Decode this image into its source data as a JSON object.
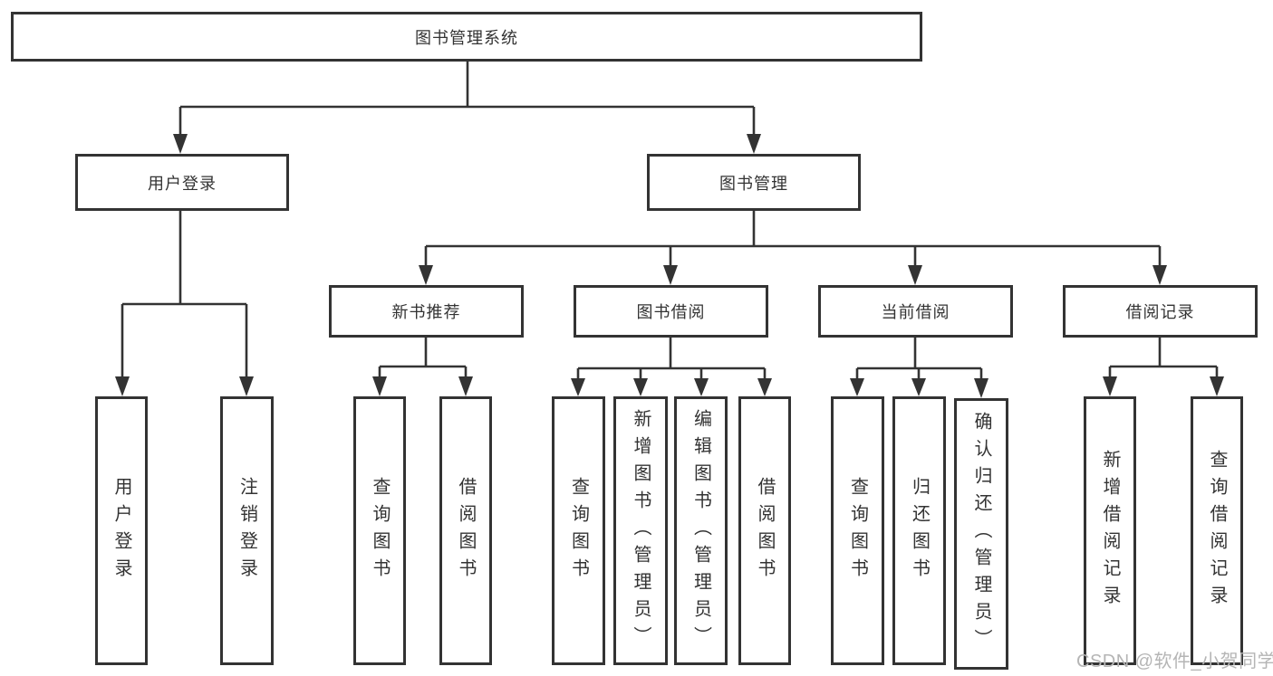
{
  "diagram": {
    "root": {
      "label": "图书管理系统"
    },
    "branches": [
      {
        "label": "用户登录",
        "leaves": [
          {
            "label": "用户登录"
          },
          {
            "label": "注销登录"
          }
        ]
      },
      {
        "label": "图书管理",
        "children": [
          {
            "label": "新书推荐",
            "leaves": [
              {
                "label": "查询图书"
              },
              {
                "label": "借阅图书"
              }
            ]
          },
          {
            "label": "图书借阅",
            "leaves": [
              {
                "label": "查询图书"
              },
              {
                "label": "新增图书（管理员）"
              },
              {
                "label": "编辑图书（管理员）"
              },
              {
                "label": "借阅图书"
              }
            ]
          },
          {
            "label": "当前借阅",
            "leaves": [
              {
                "label": "查询图书"
              },
              {
                "label": "归还图书"
              },
              {
                "label": "确认归还（管理员）"
              }
            ]
          },
          {
            "label": "借阅记录",
            "leaves": [
              {
                "label": "新增借阅记录"
              },
              {
                "label": "查询借阅记录"
              }
            ]
          }
        ]
      }
    ]
  },
  "watermark": "CSDN @软件_小贺同学",
  "colors": {
    "line": "#333333",
    "text": "#333333",
    "background": "#ffffff",
    "watermark": "#b5b5b5"
  }
}
